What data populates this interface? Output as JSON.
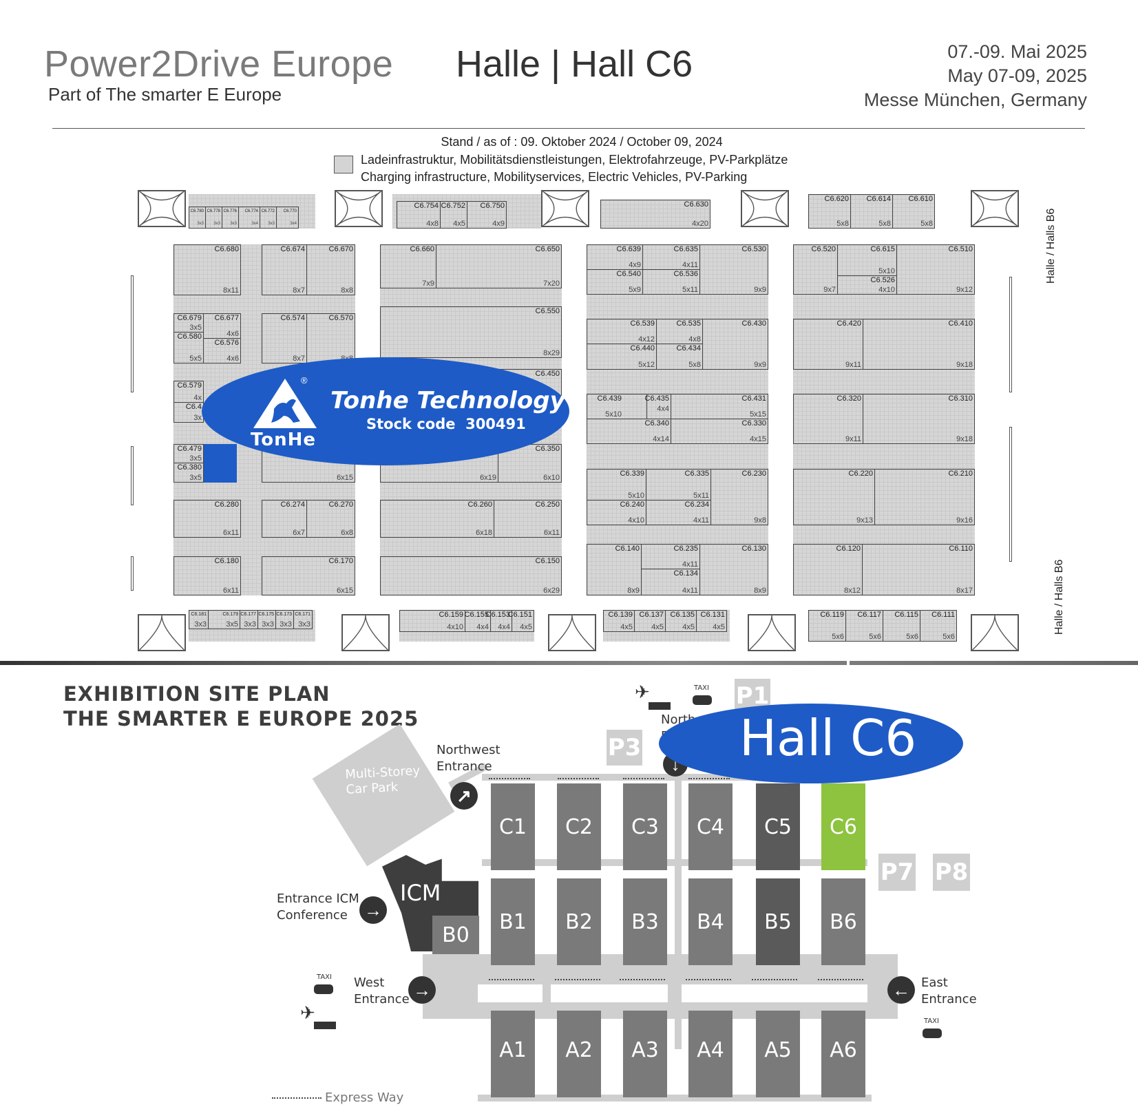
{
  "header": {
    "event_title": "Power2Drive Europe",
    "event_subtitle": "Part of The smarter E Europe",
    "hall_title": "Halle | Hall C6",
    "date_de": "07.-09. Mai 2025",
    "date_en": "May 07-09, 2025",
    "venue": "Messe München, Germany"
  },
  "legend": {
    "stand_line": "Stand / as of : 09. Oktober 2024 / October 09, 2024",
    "category_de": "Ladeinfrastruktur, Mobilitätsdienstleistungen, Elektrofahrzeuge, PV-Parkplätze",
    "category_en": "Charging infrastructure, Mobilityservices, Electric Vehicles, PV-Parking",
    "swatch_color": "#d4d4d4"
  },
  "side_labels": {
    "top": "Halle / Halls B6",
    "bottom": "Halle / Halls B6"
  },
  "highlight": {
    "company": "Tonhe Technology",
    "stock_code": "Stock code  300491",
    "logo_text": "TonHe",
    "registered": "®",
    "color": "#1e5bc6"
  },
  "floor_booths": {
    "top_strip_left": [
      {
        "id": "C6.780",
        "size": "3x3"
      },
      {
        "id": "C6.778",
        "size": "3x3"
      },
      {
        "id": "C6.776",
        "size": "3x3"
      },
      {
        "id": "C6.774",
        "size": "3x4"
      },
      {
        "id": "C6.772",
        "size": "3x3"
      },
      {
        "id": "C6.770",
        "size": "3x4"
      }
    ],
    "top_strip_mid": [
      {
        "id": "C6.754",
        "size": "4x8"
      },
      {
        "id": "C6.752",
        "size": "4x5"
      },
      {
        "id": "C6.750",
        "size": "4x9"
      }
    ],
    "top_strip_c630": {
      "id": "C6.630",
      "size": "4x20"
    },
    "top_strip_right": [
      {
        "id": "C6.620",
        "size": "5x8"
      },
      {
        "id": "C6.614",
        "size": "5x8"
      },
      {
        "id": "C6.610",
        "size": "5x8"
      }
    ],
    "col1": [
      {
        "id": "C6.680",
        "size": "8x11"
      },
      {
        "id": "C6.674",
        "size": "8x7"
      },
      {
        "id": "C6.670",
        "size": "8x8"
      },
      {
        "id": "C6.679",
        "size": "3x5"
      },
      {
        "id": "C6.677",
        "size": "4x6"
      },
      {
        "id": "C6.580",
        "size": "5x5"
      },
      {
        "id": "C6.576",
        "size": "4x6"
      },
      {
        "id": "C6.574",
        "size": "8x7"
      },
      {
        "id": "C6.570",
        "size": "8x8"
      },
      {
        "id": "C6.579",
        "size": "4x"
      },
      {
        "id": "C6.4",
        "size": "3x"
      },
      {
        "id": "C6.479",
        "size": "3x5"
      },
      {
        "id": "C6.380",
        "size": "3x5"
      },
      {
        "id": "",
        "size": "6x15"
      },
      {
        "id": "C6.280",
        "size": "6x11"
      },
      {
        "id": "C6.274",
        "size": "6x7"
      },
      {
        "id": "C6.270",
        "size": "6x8"
      },
      {
        "id": "C6.180",
        "size": "6x11"
      },
      {
        "id": "C6.170",
        "size": "6x15"
      }
    ],
    "col2": [
      {
        "id": "C6.660",
        "size": "7x9"
      },
      {
        "id": "C6.650",
        "size": "7x20"
      },
      {
        "id": "C6.550",
        "size": "8x29"
      },
      {
        "id": "C6.450",
        "size": ""
      },
      {
        "id": "C6.350",
        "size": "6x10"
      },
      {
        "id": "",
        "size": "6x19"
      },
      {
        "id": "C6.260",
        "size": "6x18"
      },
      {
        "id": "C6.250",
        "size": "6x11"
      },
      {
        "id": "C6.150",
        "size": "6x29"
      }
    ],
    "col3": [
      {
        "id": "C6.639",
        "size": "4x9"
      },
      {
        "id": "C6.540",
        "size": "5x9"
      },
      {
        "id": "C6.635",
        "size": "4x11"
      },
      {
        "id": "C6.536",
        "size": "5x11"
      },
      {
        "id": "C6.530",
        "size": "9x9"
      },
      {
        "id": "C6.539",
        "size": "4x12"
      },
      {
        "id": "C6.440",
        "size": "5x12"
      },
      {
        "id": "C6.535",
        "size": "4x8"
      },
      {
        "id": "C6.434",
        "size": "5x8"
      },
      {
        "id": "C6.430",
        "size": "9x9"
      },
      {
        "id": "C6.439",
        "size": "5x10"
      },
      {
        "id": "C6.435",
        "size": "4x4"
      },
      {
        "id": "C6.340",
        "size": "4x14"
      },
      {
        "id": "C6.431",
        "size": "5x15"
      },
      {
        "id": "C6.330",
        "size": "4x15"
      },
      {
        "id": "C6.339",
        "size": "5x10"
      },
      {
        "id": "C6.240",
        "size": "4x10"
      },
      {
        "id": "C6.335",
        "size": "5x11"
      },
      {
        "id": "C6.234",
        "size": "4x11"
      },
      {
        "id": "C6.230",
        "size": "9x8"
      },
      {
        "id": "C6.140",
        "size": "8x9"
      },
      {
        "id": "C6.235",
        "size": "4x11"
      },
      {
        "id": "C6.134",
        "size": "4x11"
      },
      {
        "id": "C6.130",
        "size": "8x9"
      }
    ],
    "col4": [
      {
        "id": "C6.520",
        "size": "9x7"
      },
      {
        "id": "C6.615",
        "size": "5x10"
      },
      {
        "id": "C6.526",
        "size": "4x10"
      },
      {
        "id": "C6.510",
        "size": "9x12"
      },
      {
        "id": "C6.420",
        "size": "9x11"
      },
      {
        "id": "C6.410",
        "size": "9x18"
      },
      {
        "id": "C6.320",
        "size": "9x11"
      },
      {
        "id": "C6.310",
        "size": "9x18"
      },
      {
        "id": "C6.220",
        "size": "9x13"
      },
      {
        "id": "C6.210",
        "size": "9x16"
      },
      {
        "id": "C6.120",
        "size": "8x12"
      },
      {
        "id": "C6.110",
        "size": "8x17"
      }
    ],
    "bottom_strip_left": [
      {
        "id": "C6.181",
        "size": "3x3"
      },
      {
        "id": "C6.179",
        "size": "3x5"
      },
      {
        "id": "C6.177",
        "size": "3x3"
      },
      {
        "id": "C6.175",
        "size": "3x3"
      },
      {
        "id": "C6.173",
        "size": "3x3"
      },
      {
        "id": "C6.171",
        "size": "3x3"
      }
    ],
    "bottom_strip_mid": [
      {
        "id": "C6.159",
        "size": "4x10"
      },
      {
        "id": "C6.155",
        "size": "4x4"
      },
      {
        "id": "C6.153",
        "size": "4x4"
      },
      {
        "id": "C6.151",
        "size": "4x5"
      }
    ],
    "bottom_strip_mid2": [
      {
        "id": "C6.139",
        "size": "4x5"
      },
      {
        "id": "C6.137",
        "size": "4x5"
      },
      {
        "id": "C6.135",
        "size": "4x5"
      },
      {
        "id": "C6.131",
        "size": "4x5"
      }
    ],
    "bottom_strip_right": [
      {
        "id": "C6.119",
        "size": "5x6"
      },
      {
        "id": "C6.117",
        "size": "5x6"
      },
      {
        "id": "C6.115",
        "size": "5x6"
      },
      {
        "id": "C6.111",
        "size": "5x6"
      }
    ]
  },
  "site_plan": {
    "title_line1": "EXHIBITION SITE PLAN",
    "title_line2": "THE SMARTER E EUROPE 2025",
    "highlight_label": "Hall C6",
    "halls_c": [
      "C1",
      "C2",
      "C3",
      "C4",
      "C5",
      "C6"
    ],
    "halls_b": [
      "B1",
      "B2",
      "B3",
      "B4",
      "B5",
      "B6"
    ],
    "halls_a": [
      "A1",
      "A2",
      "A3",
      "A4",
      "A5",
      "A6"
    ],
    "hall_b0": "B0",
    "icm": "ICM",
    "parking": [
      "P1",
      "P3",
      "P7",
      "P8"
    ],
    "car_park_line1": "Multi-Storey",
    "car_park_line2": "Car Park",
    "entrances": {
      "northwest_1": "Northwest",
      "northwest_2": "Entrance",
      "north_1": "North",
      "north_2": "En",
      "icm_1": "Entrance ICM",
      "icm_2": "Conference",
      "west_1": "West",
      "west_2": "Entrance",
      "east_1": "East",
      "east_2": "Entrance"
    },
    "taxi": "TAXI",
    "express_way": "Express Way",
    "highlight_color": "#8dc33f"
  }
}
